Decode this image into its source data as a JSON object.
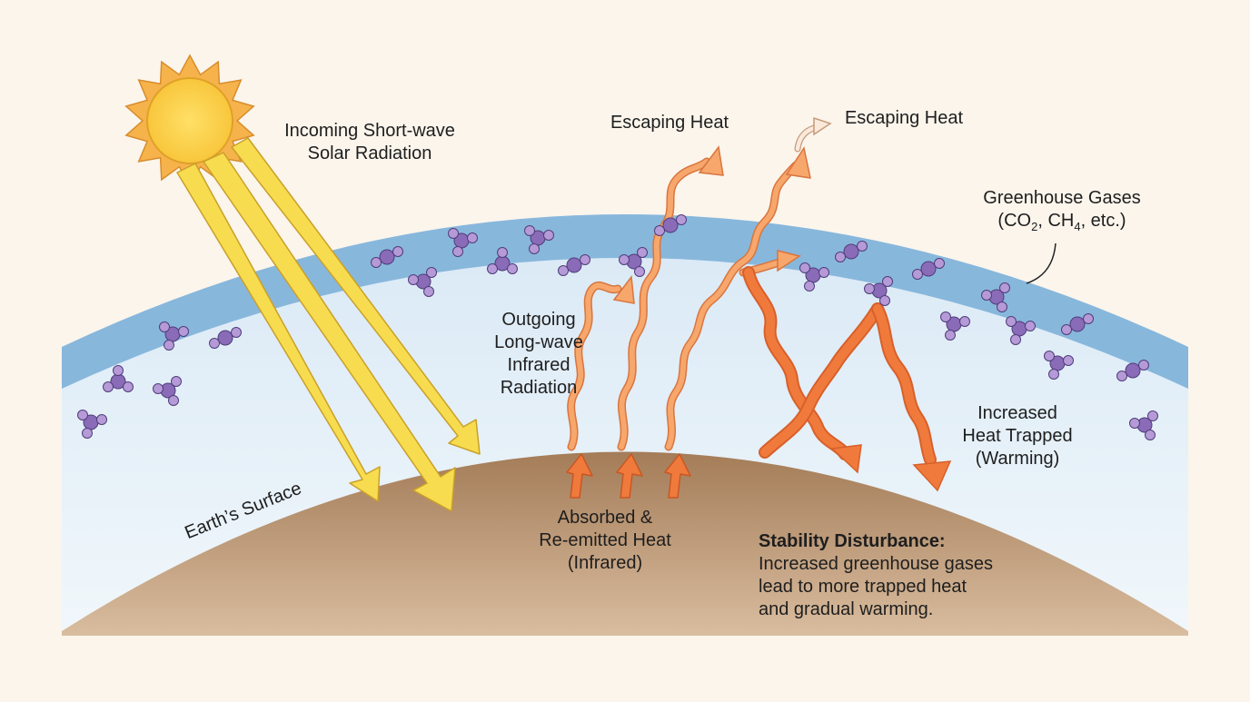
{
  "labels": {
    "incoming_line1": "Incoming Short-wave",
    "incoming_line2": "Solar Radiation",
    "escaping_heat_left": "Escaping Heat",
    "escaping_heat_right": "Escaping Heat",
    "greenhouse_line1": "Greenhouse Gases",
    "greenhouse_line2_prefix": "(CO",
    "greenhouse_co2_sub": "2",
    "greenhouse_line2_mid": ", CH",
    "greenhouse_ch4_sub": "4",
    "greenhouse_line2_suffix": ", etc.)",
    "outgoing_line1": "Outgoing",
    "outgoing_line2": "Long-wave",
    "outgoing_line3": "Infrared",
    "outgoing_line4": "Radiation",
    "trapped_line1": "Increased",
    "trapped_line2": "Heat Trapped",
    "trapped_line3": "(Warming)",
    "earth_surface": "Earth’s Surface",
    "absorbed_line1": "Absorbed &",
    "absorbed_line2": "Re-emitted Heat",
    "absorbed_line3": "(Infrared)",
    "stability_title": "Stability Disturbance:",
    "stability_line1": "Increased greenhouse gases",
    "stability_line2": "lead to more trapped heat",
    "stability_line3": "and gradual warming."
  },
  "colors": {
    "background": "#fbf5ec",
    "atmosphere_outer": "#8bb9de",
    "atmosphere_inner": "#e9f3fa",
    "earth_top": "#a8805c",
    "earth_bottom": "#d7b99b",
    "sun": "#fbc94a",
    "sun_rays": "#f5b04b",
    "solar_beam": "#f8dc4f",
    "solar_beam_outline": "#d3a92d",
    "infrared": "#f7a76c",
    "infrared_outline": "#d9753e",
    "trapped_heat": "#f07a3c",
    "molecule_center": "#8a6bb8",
    "molecule_outer": "#b69ad8",
    "molecule_outline": "#4f3d7a"
  },
  "icons": [
    "sun-icon",
    "molecule-icon",
    "arrow-icon"
  ]
}
